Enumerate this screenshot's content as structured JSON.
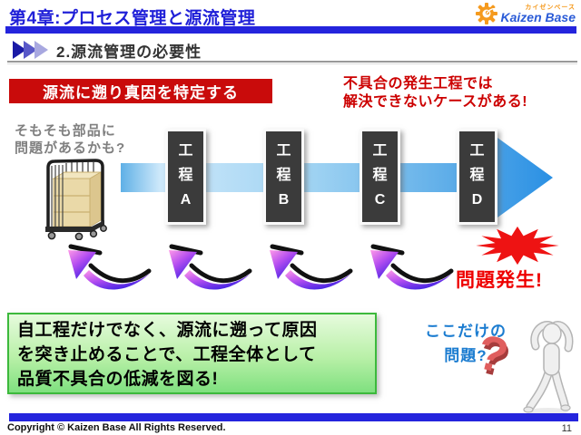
{
  "header": {
    "title": "第4章:プロセス管理と源流管理",
    "logo": {
      "kana": "カイゼンベース",
      "brand": "Kaizen Base"
    }
  },
  "subtitle": "2.源流管理の必要性",
  "red_banner": "源流に遡り真因を特定する",
  "warning": {
    "line1": "不具合の発生工程では",
    "line2": "解決できないケースがある!"
  },
  "parts_question": {
    "line1": "そもそも部品に",
    "line2": "問題があるかも?"
  },
  "process_boxes": [
    {
      "c1": "工",
      "c2": "程",
      "c3": "A"
    },
    {
      "c1": "工",
      "c2": "程",
      "c3": "B"
    },
    {
      "c1": "工",
      "c2": "程",
      "c3": "C"
    },
    {
      "c1": "工",
      "c2": "程",
      "c3": "D"
    }
  ],
  "problem": {
    "text": "問題発生!"
  },
  "green_box": {
    "line1": "自工程だけでなく、源流に遡って原因",
    "line2": "を突き止めることで、工程全体として",
    "line3": "品質不具合の低減を図る!"
  },
  "local_question": {
    "line1": "ここだけの",
    "line2": "問題?",
    "mark": "?"
  },
  "footer": {
    "copyright": "Copyright ©  Kaizen Base  All Rights Reserved.",
    "page": "11"
  },
  "colors": {
    "accent_blue": "#2424dd",
    "red": "#cc0000",
    "flow_arrow_blue": "#2e94e6",
    "green_border": "#3cb93c",
    "orange_brand": "#f59a1e"
  }
}
